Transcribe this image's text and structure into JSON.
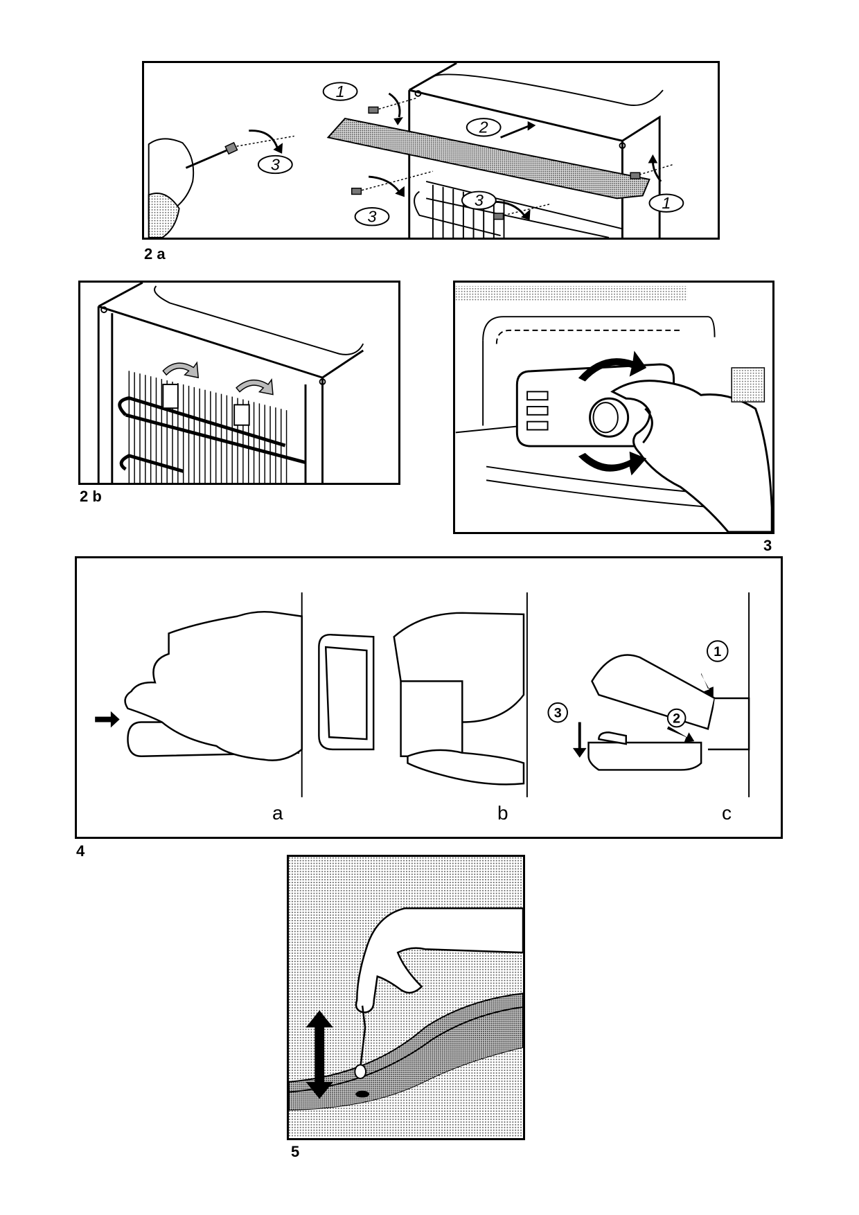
{
  "figures": {
    "fig2a": {
      "caption": "2 a",
      "callouts": {
        "c1a": "1",
        "c1b": "1",
        "c2": "2",
        "c3a": "3",
        "c3b": "3",
        "c3c": "3"
      }
    },
    "fig2b": {
      "caption": "2 b"
    },
    "fig3": {
      "caption": "3"
    },
    "fig4": {
      "caption": "4",
      "panels": [
        "a",
        "b",
        "c"
      ],
      "callouts": {
        "c1": "1",
        "c2": "2",
        "c3": "3"
      }
    },
    "fig5": {
      "caption": "5"
    }
  },
  "colors": {
    "ink": "#000000",
    "paper": "#ffffff",
    "stipple": "#9a9a9a"
  }
}
